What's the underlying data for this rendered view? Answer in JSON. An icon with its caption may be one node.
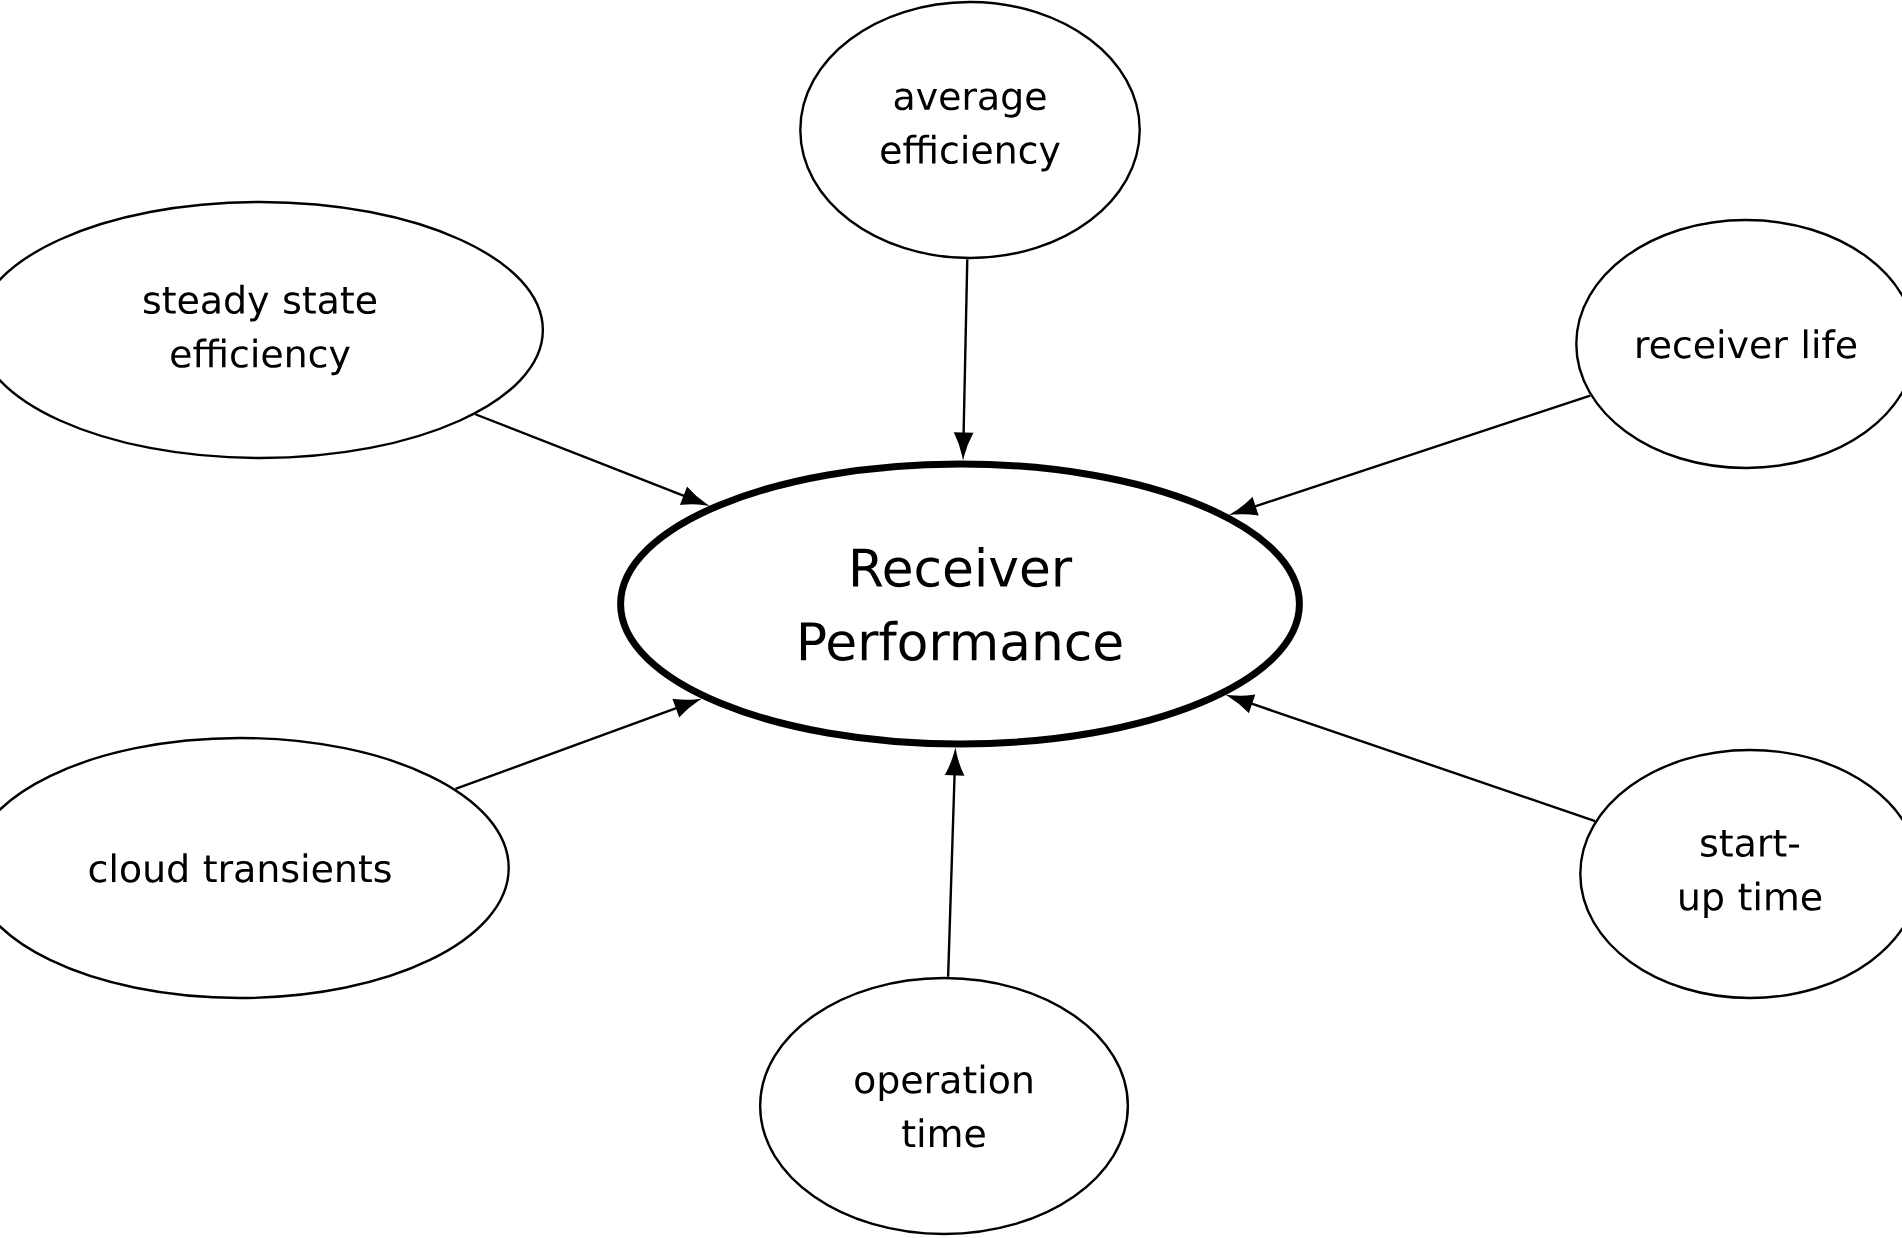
{
  "diagram": {
    "nodes": [
      {
        "text": [
          "average efficiency"
        ]
      },
      {
        "text": [
          "steady state efficiency"
        ]
      },
      {
        "text": [
          "receiver life"
        ]
      },
      {
        "text": [
          "Receiver Performance"
        ]
      },
      {
        "text": [
          "cloud transients"
        ]
      },
      {
        "text": [
          "start-up time"
        ]
      },
      {
        "text": [
          "operation time"
        ]
      }
    ],
    "edges": [
      {
        "from": 0,
        "to": 3,
        "arrow": "to"
      },
      {
        "from": 1,
        "to": 3,
        "arrow": "to"
      },
      {
        "from": 2,
        "to": 3,
        "arrow": "to"
      },
      {
        "from": 4,
        "to": 3,
        "arrow": "to"
      },
      {
        "from": 5,
        "to": 3,
        "arrow": "to"
      },
      {
        "from": 6,
        "to": 3,
        "arrow": "to"
      }
    ]
  }
}
